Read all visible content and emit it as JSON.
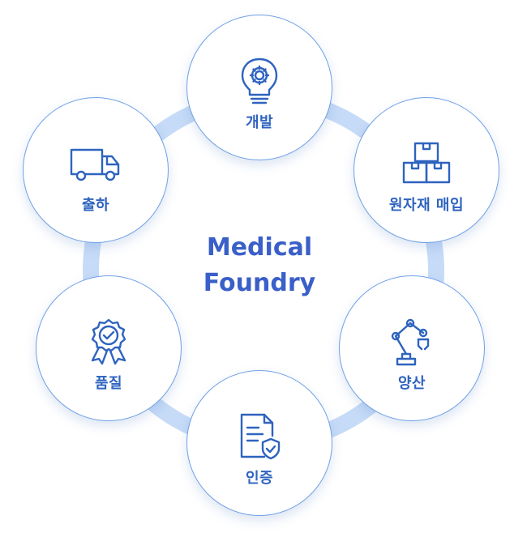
{
  "diagram": {
    "center_title": {
      "line1": "Medical",
      "line2": "Foundry"
    },
    "steps": [
      {
        "id": "dev",
        "label": "개발",
        "icon": "lightbulb-gear-icon"
      },
      {
        "id": "raw",
        "label": "원자재 매입",
        "icon": "boxes-icon"
      },
      {
        "id": "prod",
        "label": "양산",
        "icon": "robot-arm-icon"
      },
      {
        "id": "cert",
        "label": "인증",
        "icon": "document-shield-icon"
      },
      {
        "id": "qual",
        "label": "품질",
        "icon": "award-badge-icon"
      },
      {
        "id": "ship",
        "label": "출하",
        "icon": "delivery-truck-icon"
      }
    ],
    "colors": {
      "ring": "#c6dbf7",
      "circle_border": "#6fa0e6",
      "icon": "#2e63bf",
      "label": "#2e63bf",
      "title": "#3a5fc8"
    }
  }
}
